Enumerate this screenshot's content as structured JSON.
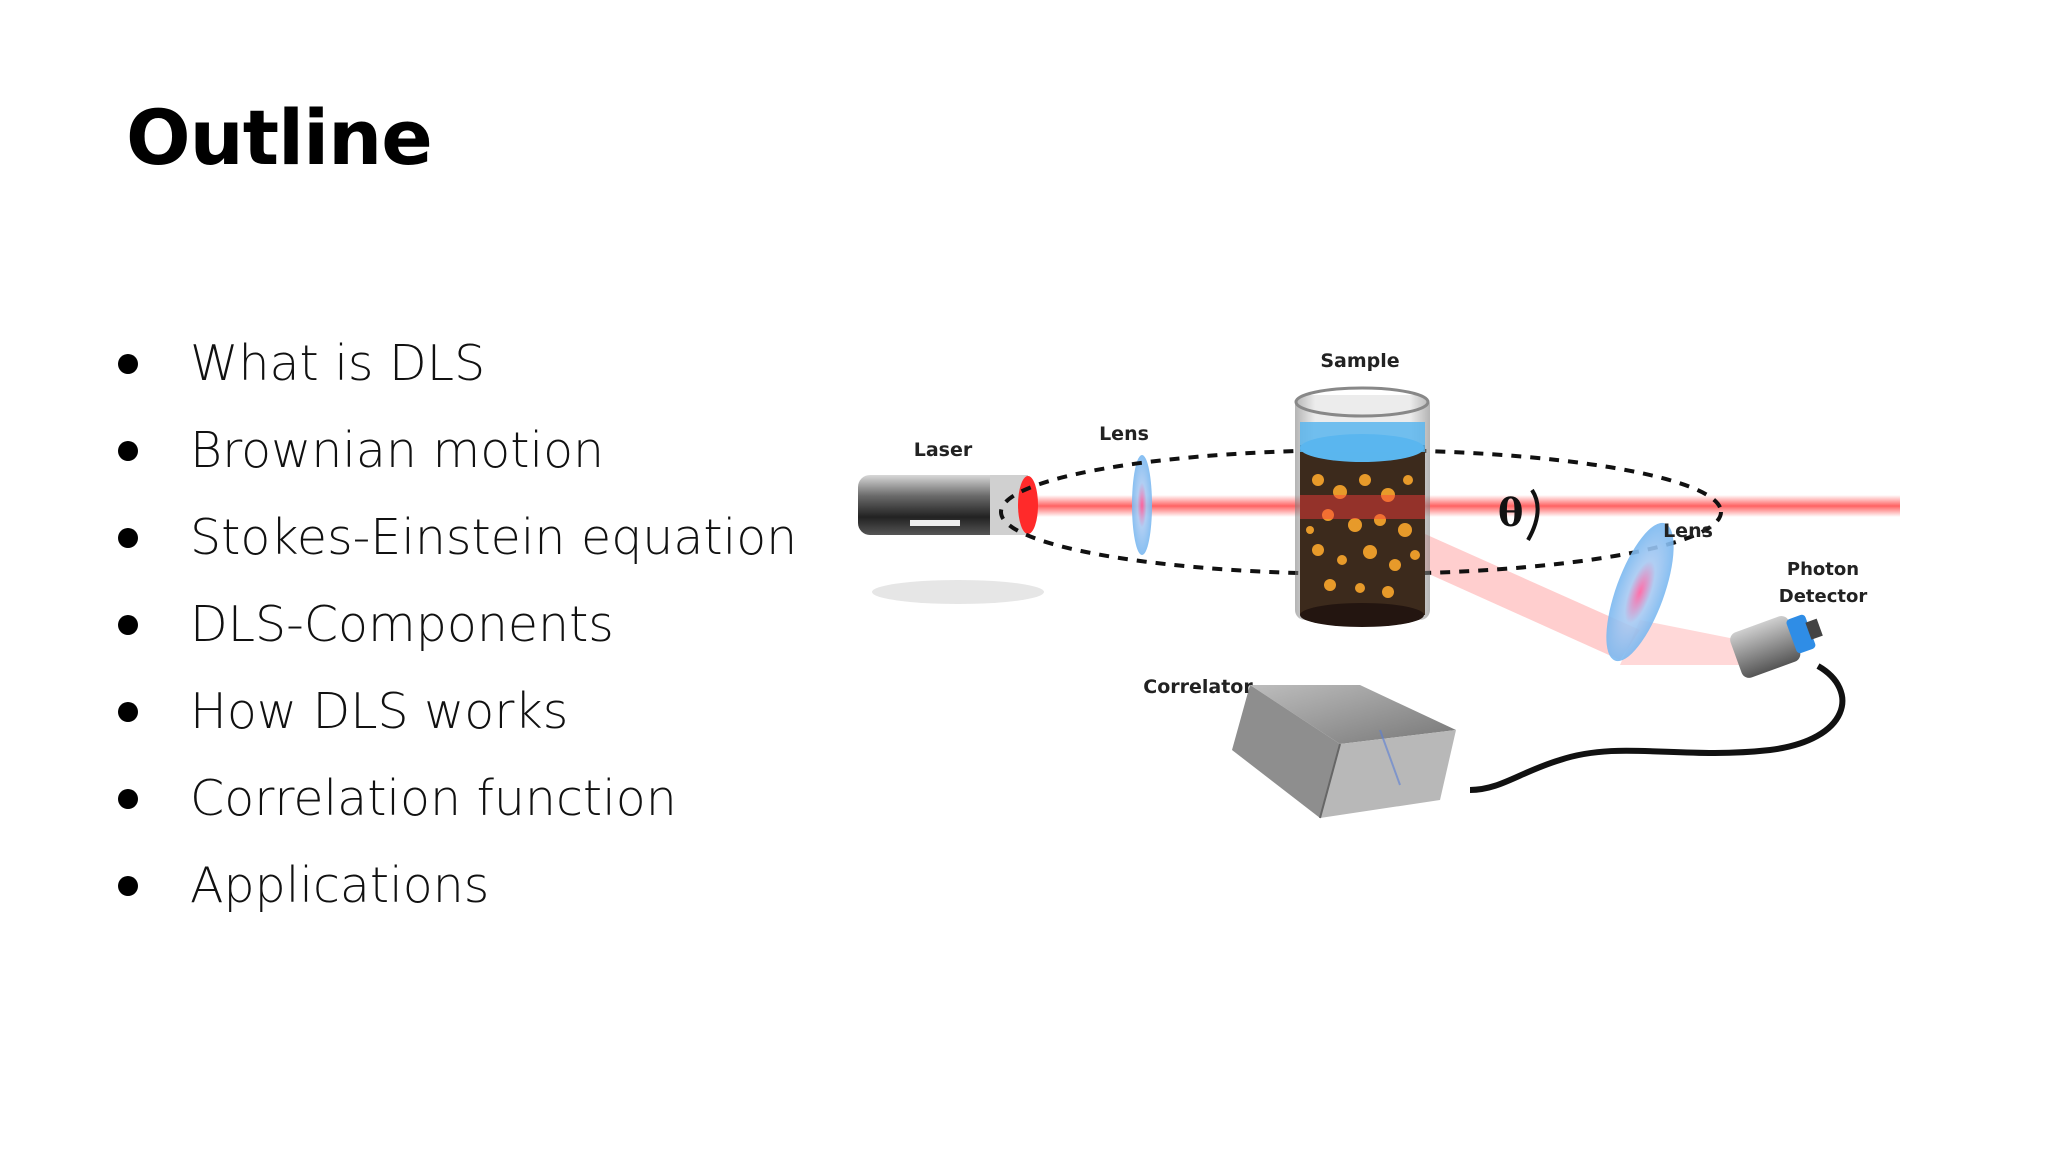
{
  "slide": {
    "title": "Outline",
    "bullets": [
      "What is DLS",
      "Brownian motion",
      "Stokes-Einstein equation",
      "DLS-Components",
      "How DLS works",
      "Correlation function",
      "Applications"
    ]
  },
  "diagram": {
    "labels": {
      "laser": "Laser",
      "lens_1": "Lens",
      "sample": "Sample",
      "angle": "θ",
      "lens_2": "Lens",
      "detector_line1": "Photon",
      "detector_line2": "Detector",
      "correlator": "Correlator"
    },
    "colors": {
      "beam": "#ff3b3b",
      "lens": "#7ab8f0",
      "liquid": "#5ab6ee",
      "particles": "#e79a2a"
    }
  }
}
